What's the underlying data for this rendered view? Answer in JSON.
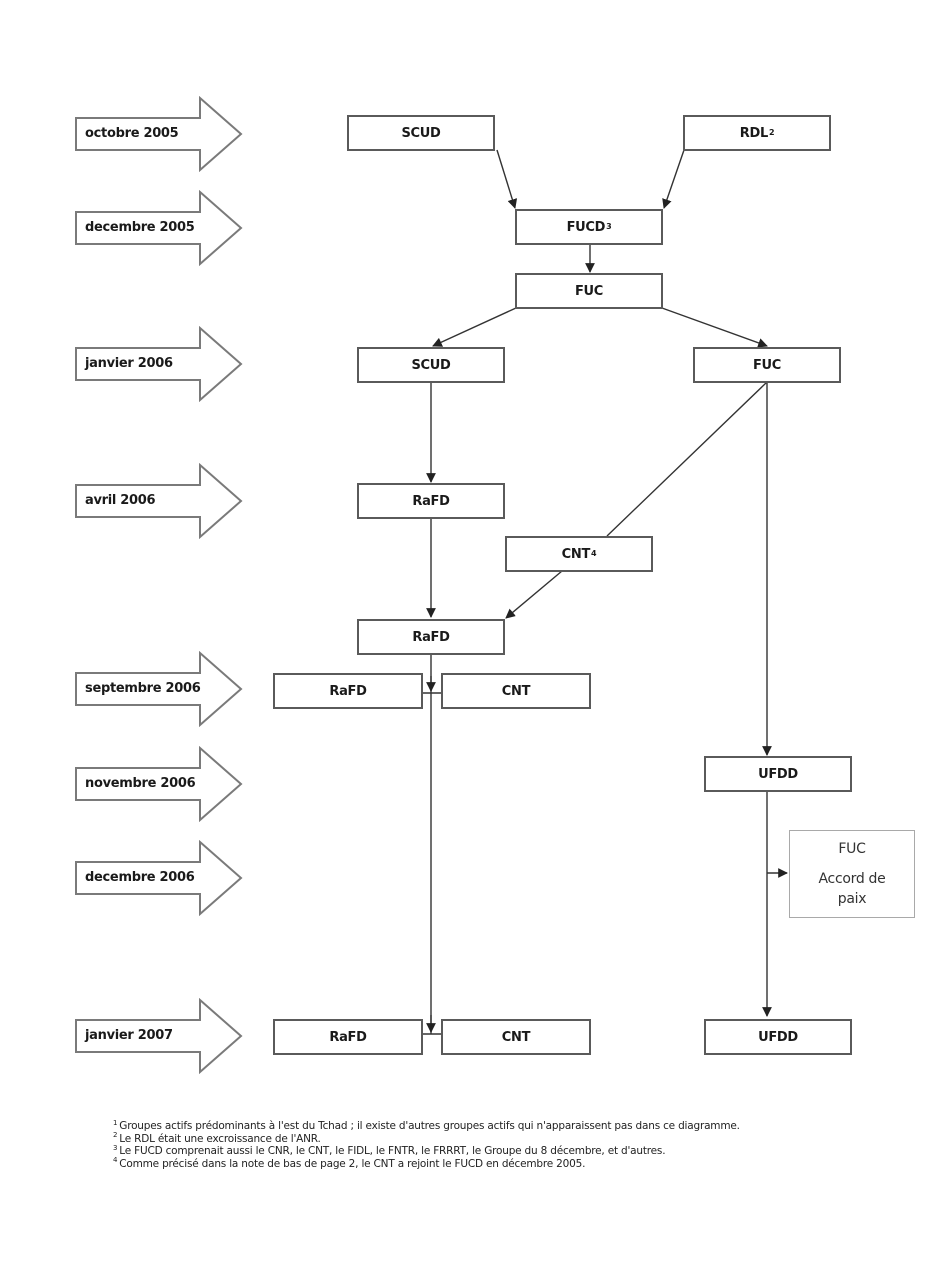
{
  "timeline": [
    {
      "id": "t1",
      "label": "octobre  2005"
    },
    {
      "id": "t2",
      "label": "decembre 2005"
    },
    {
      "id": "t3",
      "label": "janvier 2006"
    },
    {
      "id": "t4",
      "label": "avril 2006"
    },
    {
      "id": "t5",
      "label": "septembre 2006"
    },
    {
      "id": "t6",
      "label": "novembre 2006"
    },
    {
      "id": "t7",
      "label": "decembre 2006"
    },
    {
      "id": "t8",
      "label": "janvier 2007"
    }
  ],
  "nodes": {
    "scud_2005": {
      "label": "SCUD",
      "sup": ""
    },
    "rdl": {
      "label": "RDL",
      "sup": "2"
    },
    "fucd": {
      "label": "FUCD",
      "sup": "3"
    },
    "fuc_dec2005": {
      "label": "FUC",
      "sup": ""
    },
    "scud_2006": {
      "label": "SCUD",
      "sup": ""
    },
    "fuc_2006": {
      "label": "FUC",
      "sup": ""
    },
    "rafd_apr": {
      "label": "RaFD",
      "sup": ""
    },
    "cnt_apr": {
      "label": "CNT",
      "sup": "4"
    },
    "rafd_merged": {
      "label": "RaFD",
      "sup": ""
    },
    "rafd_sep": {
      "label": "RaFD",
      "sup": ""
    },
    "cnt_sep": {
      "label": "CNT",
      "sup": ""
    },
    "ufdd_nov": {
      "label": "UFDD",
      "sup": ""
    },
    "fuc_peace": {
      "label": "FUC",
      "sub": "Accord de paix"
    },
    "rafd_jan07": {
      "label": "RaFD",
      "sup": ""
    },
    "cnt_jan07": {
      "label": "CNT",
      "sup": ""
    },
    "ufdd_jan07": {
      "label": "UFDD",
      "sup": ""
    }
  },
  "footnotes": [
    {
      "num": "1",
      "text": "Groupes actifs prédominants à l'est du Tchad ; il existe d'autres groupes actifs qui n'apparaissent pas dans ce diagramme."
    },
    {
      "num": "2",
      "text": "Le RDL était une excroissance de l'ANR."
    },
    {
      "num": "3",
      "text": "Le FUCD comprenait aussi le CNR, le CNT, le FIDL, le FNTR, le FRRRT, le Groupe du 8 décembre, et d'autres."
    },
    {
      "num": "4",
      "text": "Comme précisé dans la note de bas de page 2, le CNT a rejoint le FUCD en décembre 2005."
    }
  ]
}
